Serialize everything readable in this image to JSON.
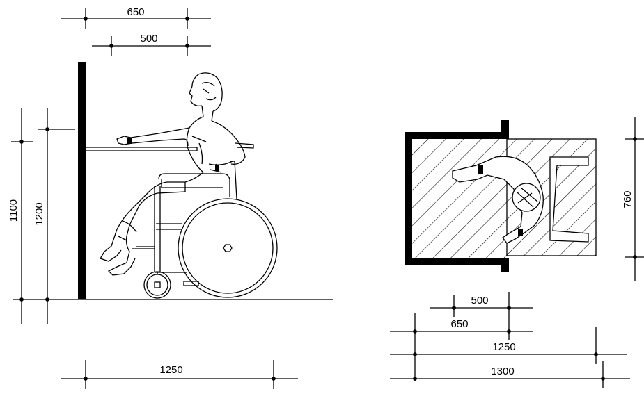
{
  "dimensions": {
    "elevation": {
      "reach_top": "650",
      "reach_inner": "500",
      "height_1100": "1100",
      "height_1200": "1200",
      "depth_bottom": "1250"
    },
    "plan": {
      "width_760": "760",
      "reach_500": "500",
      "reach_650": "650",
      "depth_1250": "1250",
      "depth_1300": "1300"
    }
  },
  "colors": {
    "line": "#000000",
    "background": "#ffffff"
  }
}
